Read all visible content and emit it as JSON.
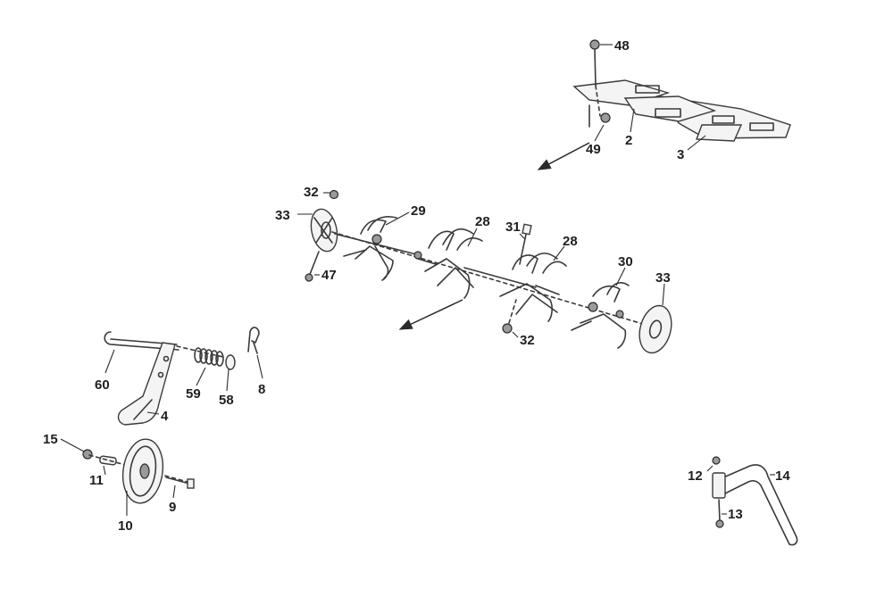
{
  "callouts": {
    "c48": "48",
    "c49": "49",
    "c2": "2",
    "c3": "3",
    "c32a": "32",
    "c33a": "33",
    "c29": "29",
    "c28a": "28",
    "c31": "31",
    "c28b": "28",
    "c30": "30",
    "c33b": "33",
    "c47": "47",
    "c32b": "32",
    "c60": "60",
    "c59": "59",
    "c58": "58",
    "c8": "8",
    "c4": "4",
    "c15": "15",
    "c11": "11",
    "c9": "9",
    "c10": "10",
    "c12": "12",
    "c14": "14",
    "c13": "13"
  }
}
